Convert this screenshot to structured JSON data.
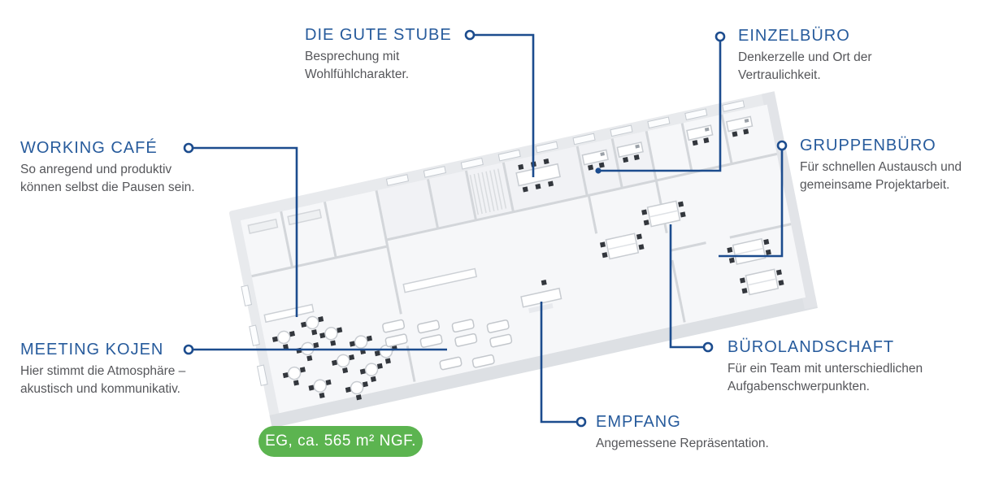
{
  "colors": {
    "title": "#275b9c",
    "leader_line": "#1c4c8e",
    "body_text": "#55565a",
    "badge_bg": "#5cb450",
    "badge_text": "#ffffff"
  },
  "badge": {
    "label": "EG, ca. 565 m² NGF."
  },
  "callouts": {
    "gute_stube": {
      "title": "DIE GUTE STUBE",
      "desc": "Besprechung mit\nWohlfühlcharakter."
    },
    "einzelbuero": {
      "title": "EINZELBÜRO",
      "desc": "Denkerzelle und Ort der\nVertraulichkeit."
    },
    "working_cafe": {
      "title": "WORKING CAFÉ",
      "desc": "So anregend und produktiv\nkönnen selbst die Pausen sein."
    },
    "gruppenbuero": {
      "title": "GRUPPENBÜRO",
      "desc": "Für schnellen Austausch und\ngemeinsame Projektarbeit."
    },
    "meeting_kojen": {
      "title": "MEETING KOJEN",
      "desc": "Hier stimmt die Atmosphäre –\nakustisch und kommunikativ."
    },
    "buerolandschaft": {
      "title": "BÜROLANDSCHAFT",
      "desc": "Für ein Team mit unterschiedlichen\nAufgabenschwerpunkten."
    },
    "empfang": {
      "title": "EMPFANG",
      "desc": "Angemessene Repräsentation."
    }
  }
}
